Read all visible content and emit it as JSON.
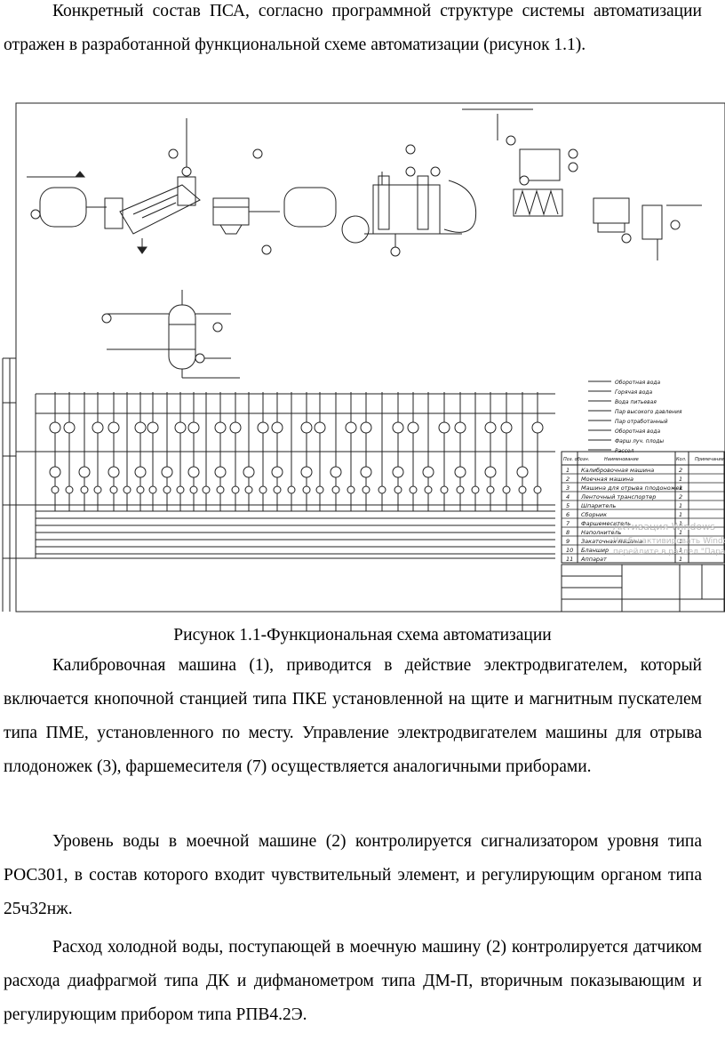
{
  "paragraphs": {
    "intro": "Конкретный состав ПСА, согласно программной структуре системы автоматизации отражен в разработанной функциональной схеме автоматизации (рисунок 1.1).",
    "p1": "Калибровочная машина (1), приводится в действие электродвигателем, который включается кнопочной станцией типа ПКЕ установленной на щите и магнитным пускателем типа ПМЕ, установленного по месту. Управление электродвигателем машины для отрыва плодоножек (3), фаршемесителя (7) осуществляется аналогичными приборами.",
    "p2": "Уровень воды в моечной машине (2) контролируется сигнализатором уровня типа РОС301, в состав которого входит чувствительный элемент, и регулирующим органом типа 25ч32нж.",
    "p3": "Расход холодной воды, поступающей в моечную машину (2) контролируется датчиком расхода диафрагмой типа ДК и дифманометром типа ДМ-П, вторичным показывающим и регулирующим прибором типа РПВ4.2Э."
  },
  "figure": {
    "caption": "Рисунок 1.1-Функциональная схема автоматизации",
    "spec_table": {
      "headers": [
        "Поз. обозн.",
        "Наименование",
        "Кол.",
        "Примечание"
      ],
      "rows": [
        [
          "1",
          "Калибровочная машина",
          "2",
          ""
        ],
        [
          "2",
          "Моечная машина",
          "1",
          ""
        ],
        [
          "3",
          "Машина для отрыва плодоножек",
          "1",
          ""
        ],
        [
          "4",
          "Ленточный транспортер",
          "2",
          ""
        ],
        [
          "5",
          "Шпаритель",
          "1",
          ""
        ],
        [
          "6",
          "Сборник",
          "1",
          ""
        ],
        [
          "7",
          "Фаршемеситель",
          "1",
          ""
        ],
        [
          "8",
          "Наполнитель",
          "1",
          ""
        ],
        [
          "9",
          "Закаточная машина",
          "1",
          ""
        ],
        [
          "10",
          "Бланшир",
          "1",
          ""
        ],
        [
          "11",
          "Аппарат",
          "1",
          ""
        ]
      ]
    },
    "pipe_legend": [
      "Оборотная вода",
      "Горячая вода",
      "Вода питьевая",
      "Пар высокого давления",
      "Пар отработанный",
      "Оборотная вода",
      "Фарш луч. плоды",
      "Рассол"
    ],
    "watermark": [
      "Активация Windows",
      "Чтобы активировать Windows,",
      "перейдите в раздел \"Параметры\"."
    ]
  }
}
